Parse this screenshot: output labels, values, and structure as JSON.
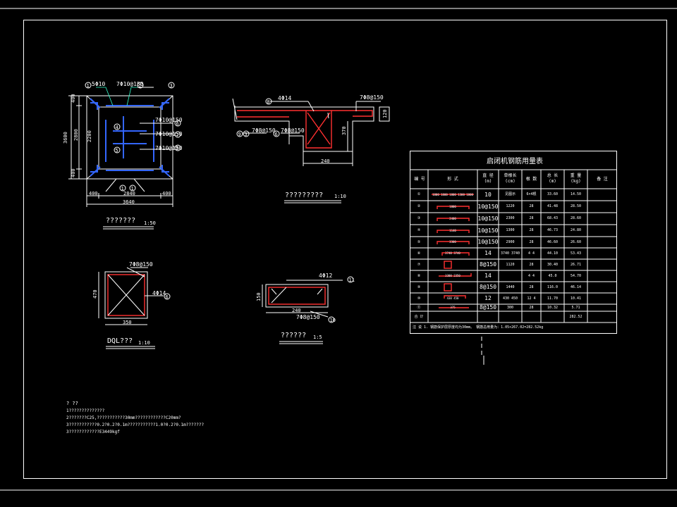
{
  "drawing": {
    "plan_view": {
      "labels": [
        "5Φ10",
        "7Φ10@150",
        "7Φ10@150",
        "7Φ10@150",
        "7Φ10@150"
      ],
      "dims_left": [
        "400",
        "2800",
        "400",
        "3600"
      ],
      "dims_inner": "2200",
      "dims_bottom": [
        "400",
        "2840",
        "400",
        "3640"
      ],
      "title": "???????",
      "scale": "1:50"
    },
    "section_view": {
      "labels": [
        "4Φ14",
        "7Φ8@150",
        "7Φ8@150",
        "7Φ8@150"
      ],
      "dims": [
        "120",
        "370",
        "240"
      ],
      "title": "?????????",
      "scale": "1:10"
    },
    "dql_view": {
      "labels": [
        "7Φ8@150",
        "4Φ14"
      ],
      "dims": [
        "470",
        "350"
      ],
      "title": "DQL???",
      "scale": "1:10"
    },
    "beam_view": {
      "labels": [
        "4Φ12",
        "7Φ8@150"
      ],
      "dims": [
        "150",
        "240"
      ],
      "title": "??????",
      "scale": "1:5"
    },
    "notes": {
      "heading": "?  ??",
      "lines": [
        "1??????????????",
        "2???????C25,???????????30mm????????????C20mm?",
        "3???????????0.2?0.2?0.1m???????????1.0?0.2?0.1m???????",
        "3????????????E3449kgf"
      ]
    },
    "table": {
      "title": "启闭机钢筋用量表",
      "headers": [
        "编 号",
        "形 式",
        "直 径\n(m)",
        "单根长\n(cm)",
        "根 数",
        "总 长\n(m)",
        "重 量\n(kg)",
        "备 注"
      ],
      "rows": [
        [
          "①",
          "1800 1800 1800 1300 1800",
          "10",
          "见图示",
          "6×4根",
          "33.60",
          "14.50",
          ""
        ],
        [
          "②",
          "1800",
          "10@150",
          "1220",
          "28",
          "41.48",
          "28.50",
          ""
        ],
        [
          "③",
          "2400",
          "10@150",
          "2300",
          "28",
          "68.43",
          "28.60",
          ""
        ],
        [
          "④",
          "1140",
          "10@150",
          "1300",
          "28",
          "46.73",
          "24.80",
          ""
        ],
        [
          "⑤",
          "3300",
          "10@150",
          "2900",
          "28",
          "46.60",
          "26.60",
          ""
        ],
        [
          "⑥",
          "3740 3740",
          "14",
          "3740 3740",
          "4 4",
          "44.10",
          "53.43",
          ""
        ],
        [
          "⑦",
          "",
          "8@150",
          "1120",
          "28",
          "30.40",
          "26.71",
          ""
        ],
        [
          "⑧",
          "3300 2350",
          "14",
          "",
          "4 4",
          "45.0",
          "54.70",
          ""
        ],
        [
          "⑨",
          "",
          "8@150",
          "1440",
          "28",
          "116.0",
          "46.14",
          ""
        ],
        [
          "⑩",
          "430 450",
          "12",
          "430 450",
          "12 4",
          "11.70",
          "10.41",
          ""
        ],
        [
          "⑪",
          "375",
          "8@150",
          "300",
          "28",
          "10.32",
          "5.71",
          ""
        ],
        [
          "合 计",
          "",
          "",
          "",
          "",
          "",
          "282.52",
          ""
        ]
      ],
      "footnote": "注  说  1. 钢筋保护层厚度均为30mm。  钢筋总用量为：1.05×267.02=282.52kg"
    }
  },
  "colors": {
    "background": "#000000",
    "linework": "#ffffff",
    "rebar": "#ff3030",
    "stirrup": "#3366ff",
    "leader": "#33ffcc"
  }
}
